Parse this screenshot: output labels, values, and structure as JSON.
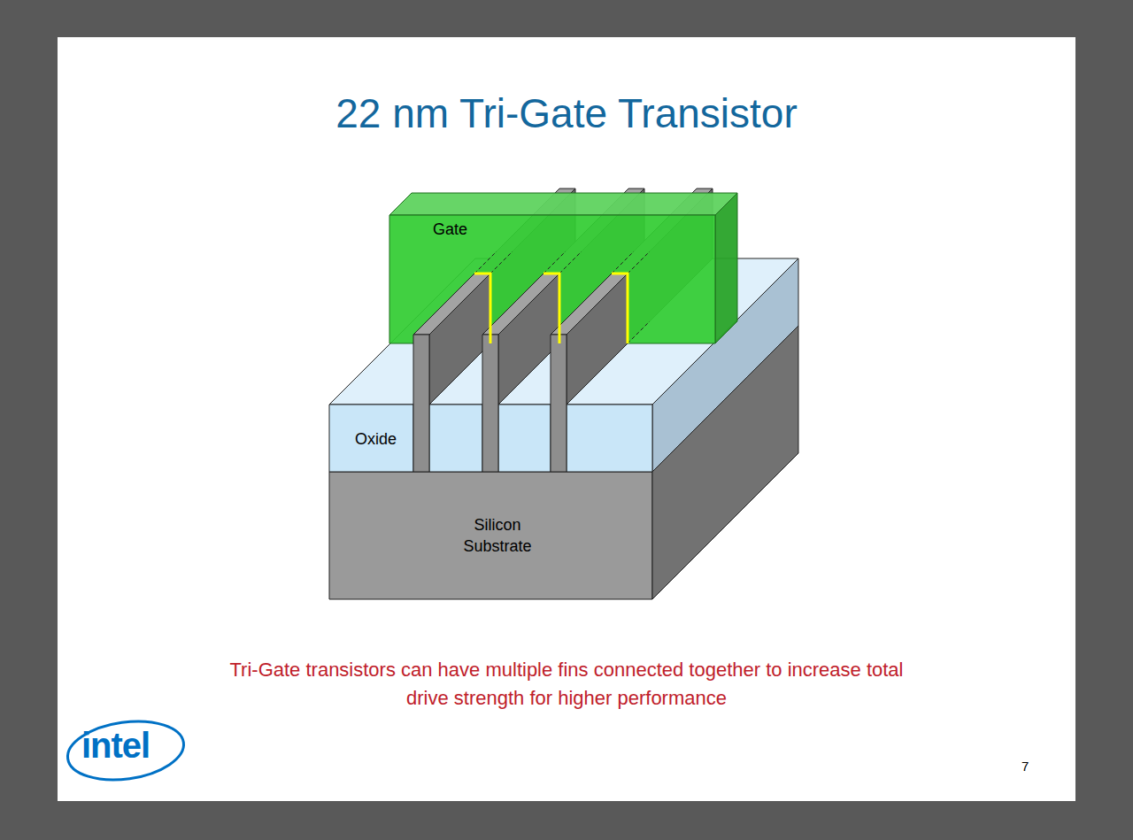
{
  "diagram": {
    "title": "22 nm Tri-Gate Transistor",
    "caption": "Tri-Gate transistors can have multiple fins connected together to increase total drive strength for higher performance",
    "labels": [
      "Gate",
      "Oxide",
      "Silicon Substrate",
      "intel",
      "7"
    ]
  }
}
